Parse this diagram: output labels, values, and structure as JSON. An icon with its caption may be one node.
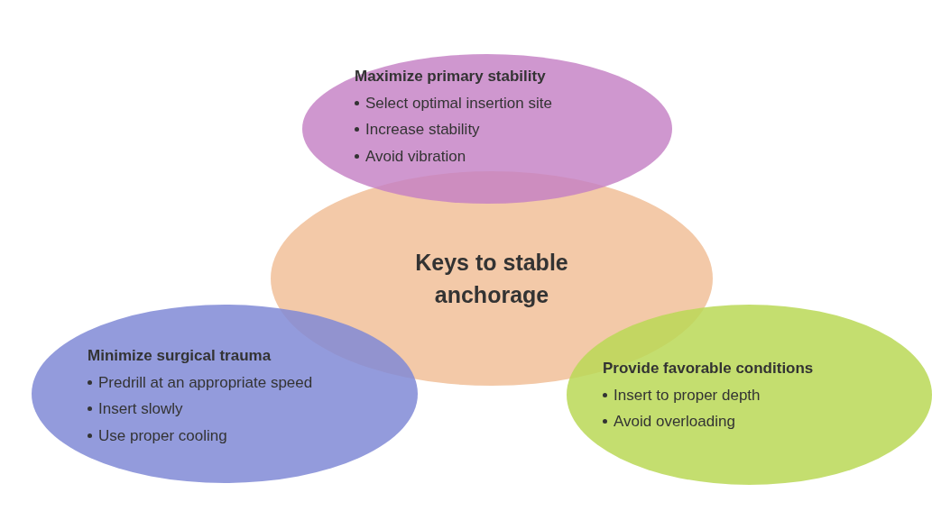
{
  "diagram": {
    "nodes": [
      {
        "text": [
          "Maximize primary stability",
          "Select optimal insertion site",
          "Increase stability",
          "Avoid vibration"
        ]
      },
      {
        "text": [
          "Keys to stable anchorage"
        ]
      },
      {
        "text": [
          "Minimize surgical trauma",
          "Predrill at an appropriate speed",
          "Insert slowly",
          "Use proper cooling"
        ]
      },
      {
        "text": [
          "Provide favorable conditions",
          "Insert to proper depth",
          "Avoid overloading"
        ]
      }
    ],
    "edges": []
  }
}
